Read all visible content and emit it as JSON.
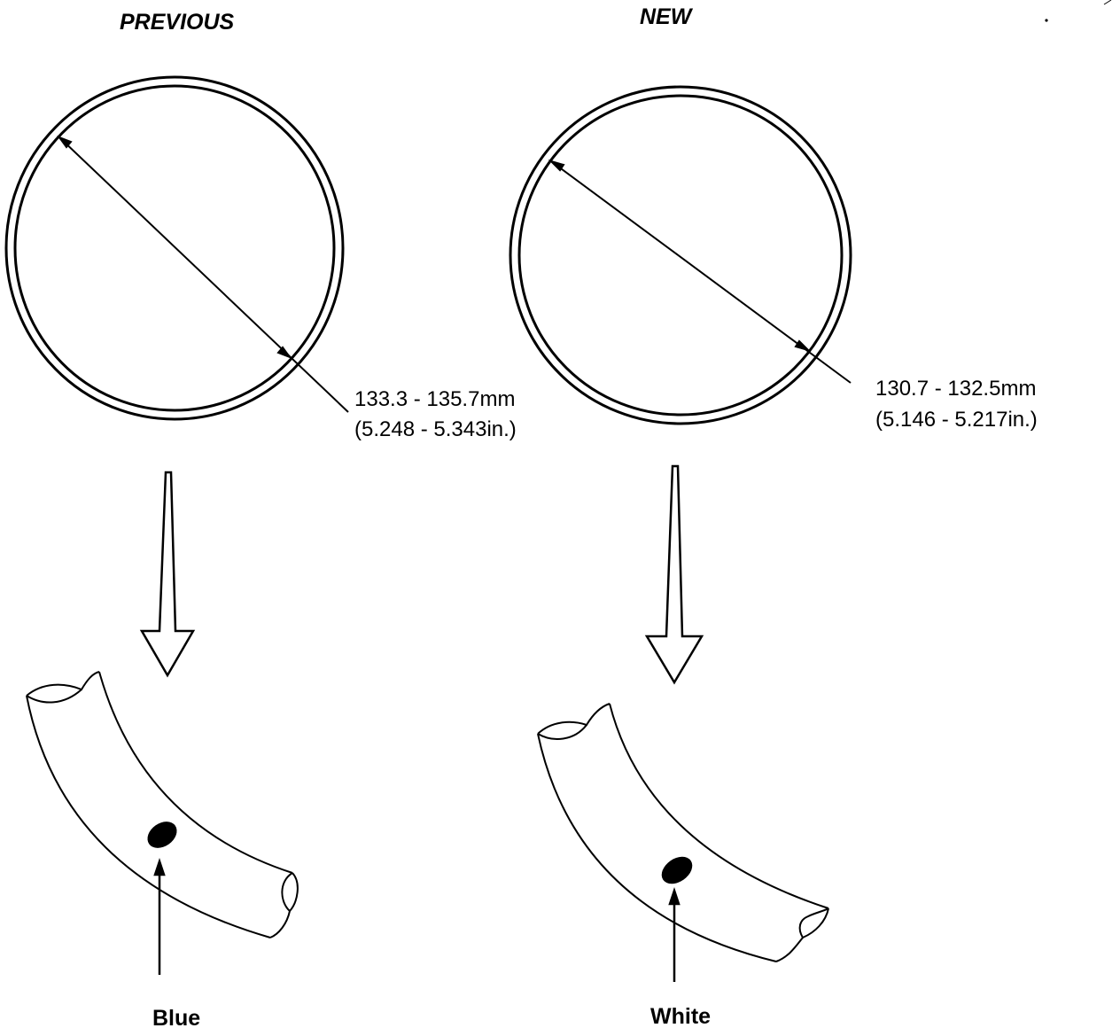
{
  "previous": {
    "heading": "PREVIOUS",
    "diameter_mm": "133.3 - 135.7mm",
    "diameter_in": "(5.248 - 5.343in.)",
    "mark_color_label": "Blue"
  },
  "new": {
    "heading": "NEW",
    "diameter_mm": "130.7 - 132.5mm",
    "diameter_in": "(5.146 - 5.217in.)",
    "mark_color_label": "White"
  },
  "colors": {
    "ink": "#000000",
    "paper": "#ffffff"
  }
}
